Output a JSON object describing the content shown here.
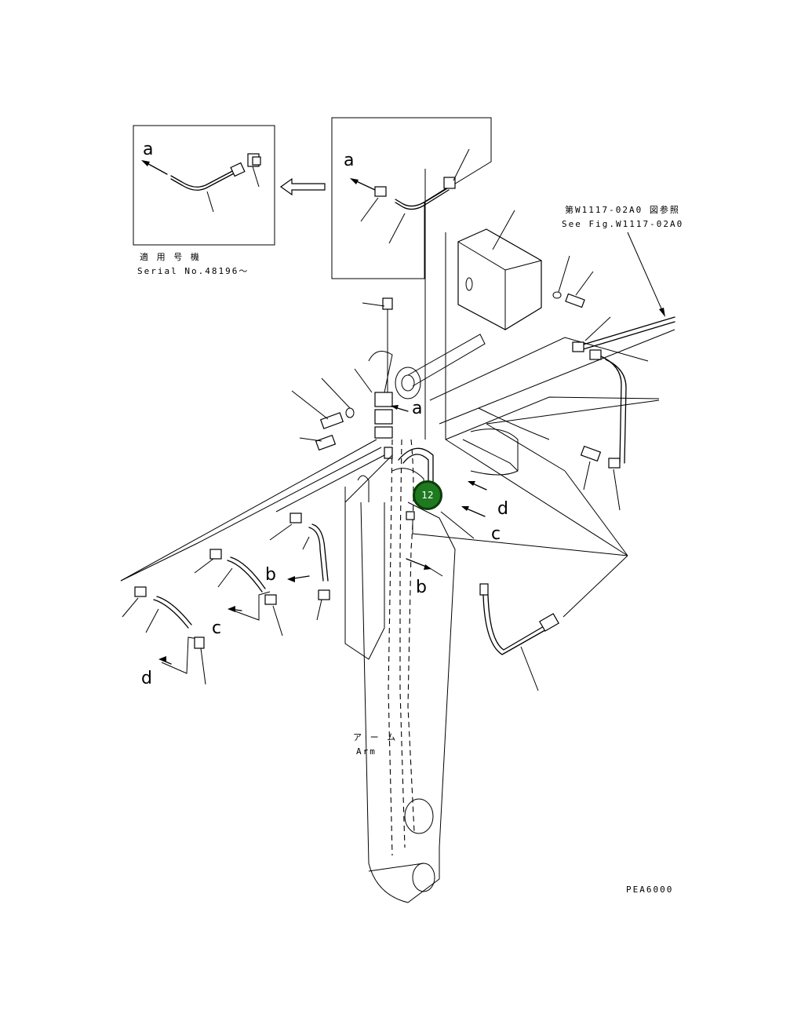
{
  "inset_left": {
    "view_letter": "a",
    "applicability_jp": "適 用 号 機",
    "applicability_en": "Serial No.48196～"
  },
  "inset_right": {
    "view_letter": "a"
  },
  "reference": {
    "jp": "第W1117-02A0 図参照",
    "en": "See Fig.W1117-02A0"
  },
  "view_labels": {
    "a_main": "a",
    "d_right": "d",
    "c_right": "c",
    "b_center": "b",
    "b_left": "b",
    "c_left": "c",
    "d_left": "d"
  },
  "arm_label": {
    "jp": "ア ー ム",
    "en": "Arm"
  },
  "callout": {
    "number": "12",
    "color": "#1f7a1f"
  },
  "drawing_code": "PEA6000"
}
